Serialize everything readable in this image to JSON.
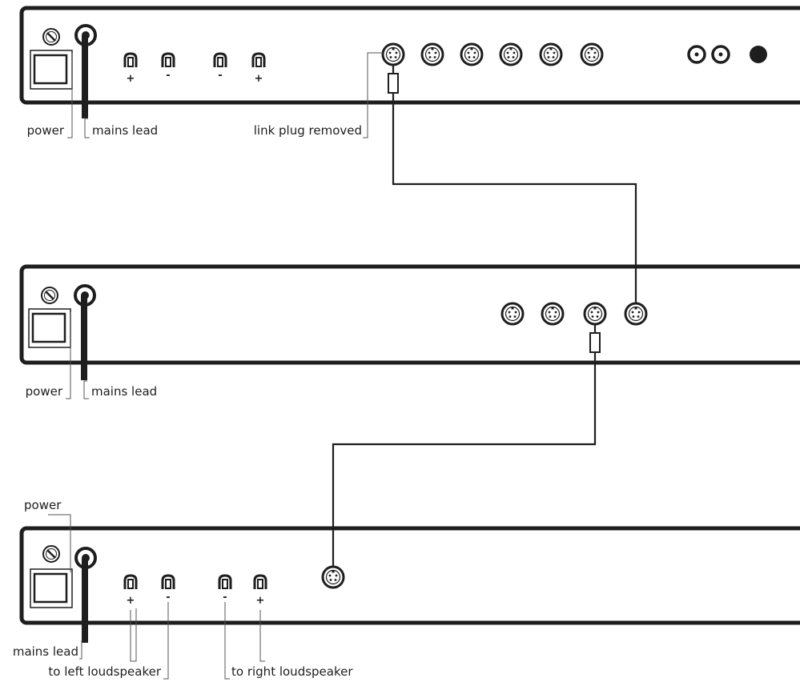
{
  "colors": {
    "ink": "#1e1e1e",
    "paper": "#ffffff",
    "leader": "#555555"
  },
  "labels": {
    "power": "power",
    "mains_lead": "mains lead",
    "link_plug_removed": "link plug removed",
    "left_loudspeaker": "to left loudspeaker",
    "right_loudspeaker": "to right loudspeaker"
  },
  "terminal_signs": {
    "plus": "+",
    "minus": "-"
  },
  "units": [
    {
      "id": "top-unit",
      "socket_count": 6,
      "speaker_terminals": [
        "+",
        "-",
        "-",
        "+"
      ],
      "phono_sockets": 2,
      "indicator": true
    },
    {
      "id": "middle-unit",
      "socket_count": 4,
      "speaker_terminals": [],
      "phono_sockets": 0,
      "indicator": false
    },
    {
      "id": "bottom-unit",
      "socket_count": 1,
      "speaker_terminals": [
        "+",
        "-",
        "-",
        "+"
      ],
      "phono_sockets": 0,
      "indicator": false
    }
  ],
  "icons": [
    "fuse-icon",
    "power-switch-icon",
    "mains-socket-icon",
    "speaker-terminal-icon",
    "din-socket-icon",
    "link-plug-icon",
    "phono-socket-icon",
    "indicator-icon"
  ]
}
